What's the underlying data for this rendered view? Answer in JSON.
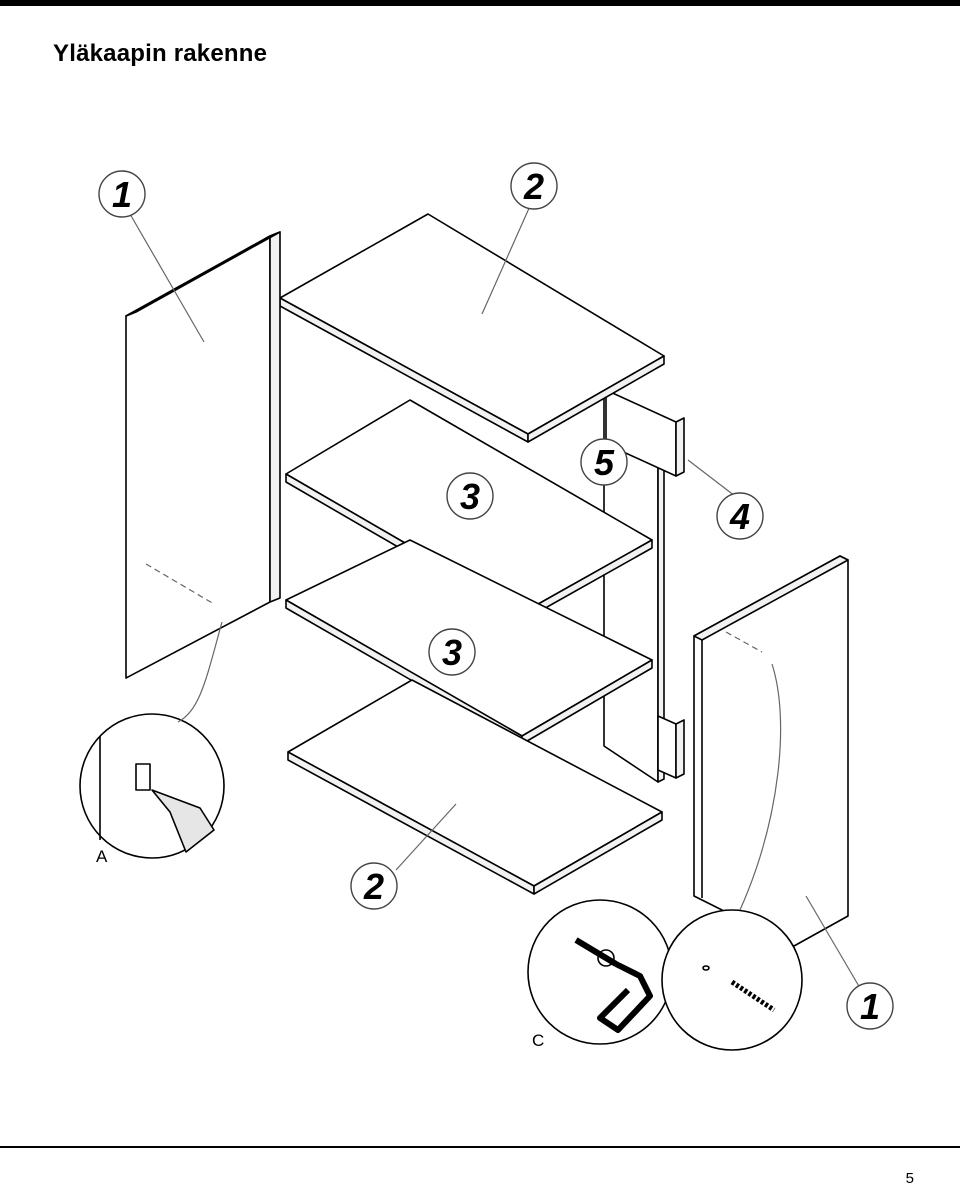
{
  "page": {
    "title": "Yläkaapin rakenne",
    "page_number": "5"
  },
  "callouts": {
    "side_panel_left": "1",
    "top_panel": "2",
    "shelf_upper": "3",
    "back_panel": "5",
    "rear_rail_dowel": "4",
    "shelf_lower": "3",
    "bottom_panel": "2",
    "side_panel_right": "1"
  },
  "details": {
    "hanger_detail": "A",
    "cam_lock_detail": "C"
  },
  "colors": {
    "line": "#000000",
    "panel_edge": "#f2f2f2",
    "leader": "#666666"
  }
}
